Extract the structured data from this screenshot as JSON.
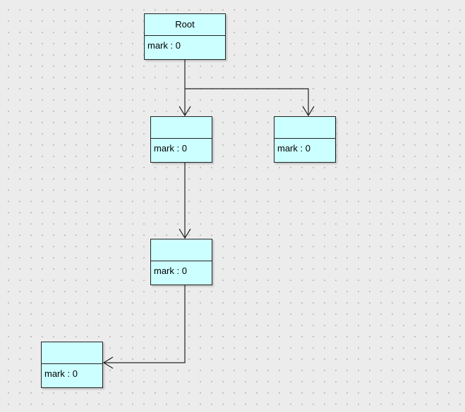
{
  "diagram": {
    "nodes": [
      {
        "id": "root",
        "title": "Root",
        "attribute": "mark : 0"
      },
      {
        "id": "mid",
        "title": "",
        "attribute": "mark : 0"
      },
      {
        "id": "right",
        "title": "",
        "attribute": "mark : 0"
      },
      {
        "id": "lower",
        "title": "",
        "attribute": "mark : 0"
      },
      {
        "id": "bottom",
        "title": "",
        "attribute": "mark : 0"
      }
    ],
    "edges": [
      {
        "from": "root",
        "to": "mid"
      },
      {
        "from": "root",
        "to": "right"
      },
      {
        "from": "mid",
        "to": "lower"
      },
      {
        "from": "lower",
        "to": "bottom"
      }
    ],
    "colors": {
      "node_fill": "#ccffff",
      "node_border": "#222222",
      "edge": "#222222",
      "background": "#ececec"
    }
  }
}
